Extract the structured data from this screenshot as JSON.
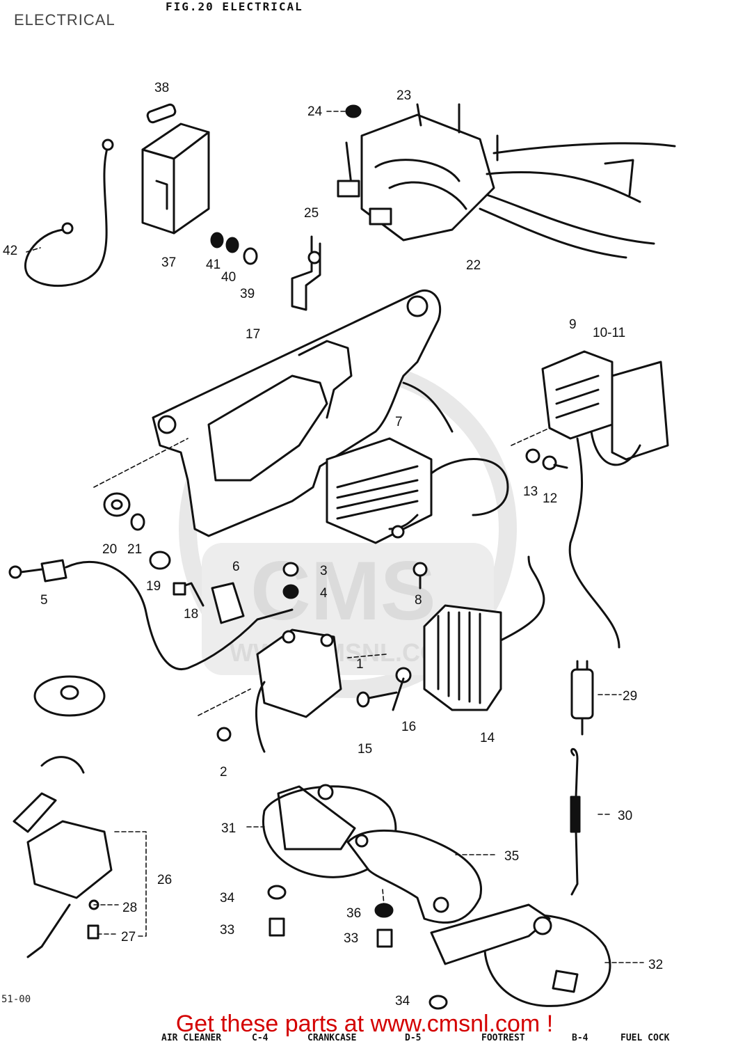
{
  "header": {
    "title": "ELECTRICAL",
    "figure_heading": "FIG.20  ELECTRICAL"
  },
  "footer": {
    "link_text": "Get these parts at www.cmsnl.com !",
    "margin_note": "51-00",
    "strip": [
      "AIR CLEANER",
      "C-4",
      "CRANKCASE",
      "D-5",
      "FOOTREST",
      "B-4",
      "FUEL COCK"
    ]
  },
  "callouts": [
    "1",
    "2",
    "3",
    "4",
    "5",
    "6",
    "7",
    "8",
    "9",
    "10-11",
    "12",
    "13",
    "14",
    "15",
    "16",
    "17",
    "18",
    "19",
    "20",
    "21",
    "22",
    "23",
    "24",
    "25",
    "26",
    "27",
    "28",
    "29",
    "30",
    "31",
    "32",
    "33",
    "33",
    "34",
    "34",
    "35",
    "36",
    "37",
    "38",
    "39",
    "40",
    "41",
    "42"
  ],
  "colors": {
    "line": "#111111",
    "link": "#d40000",
    "watermark": "#e6e6e6"
  },
  "watermark": {
    "brand": "CMS",
    "site": "WWW.CMSNL.COM"
  }
}
